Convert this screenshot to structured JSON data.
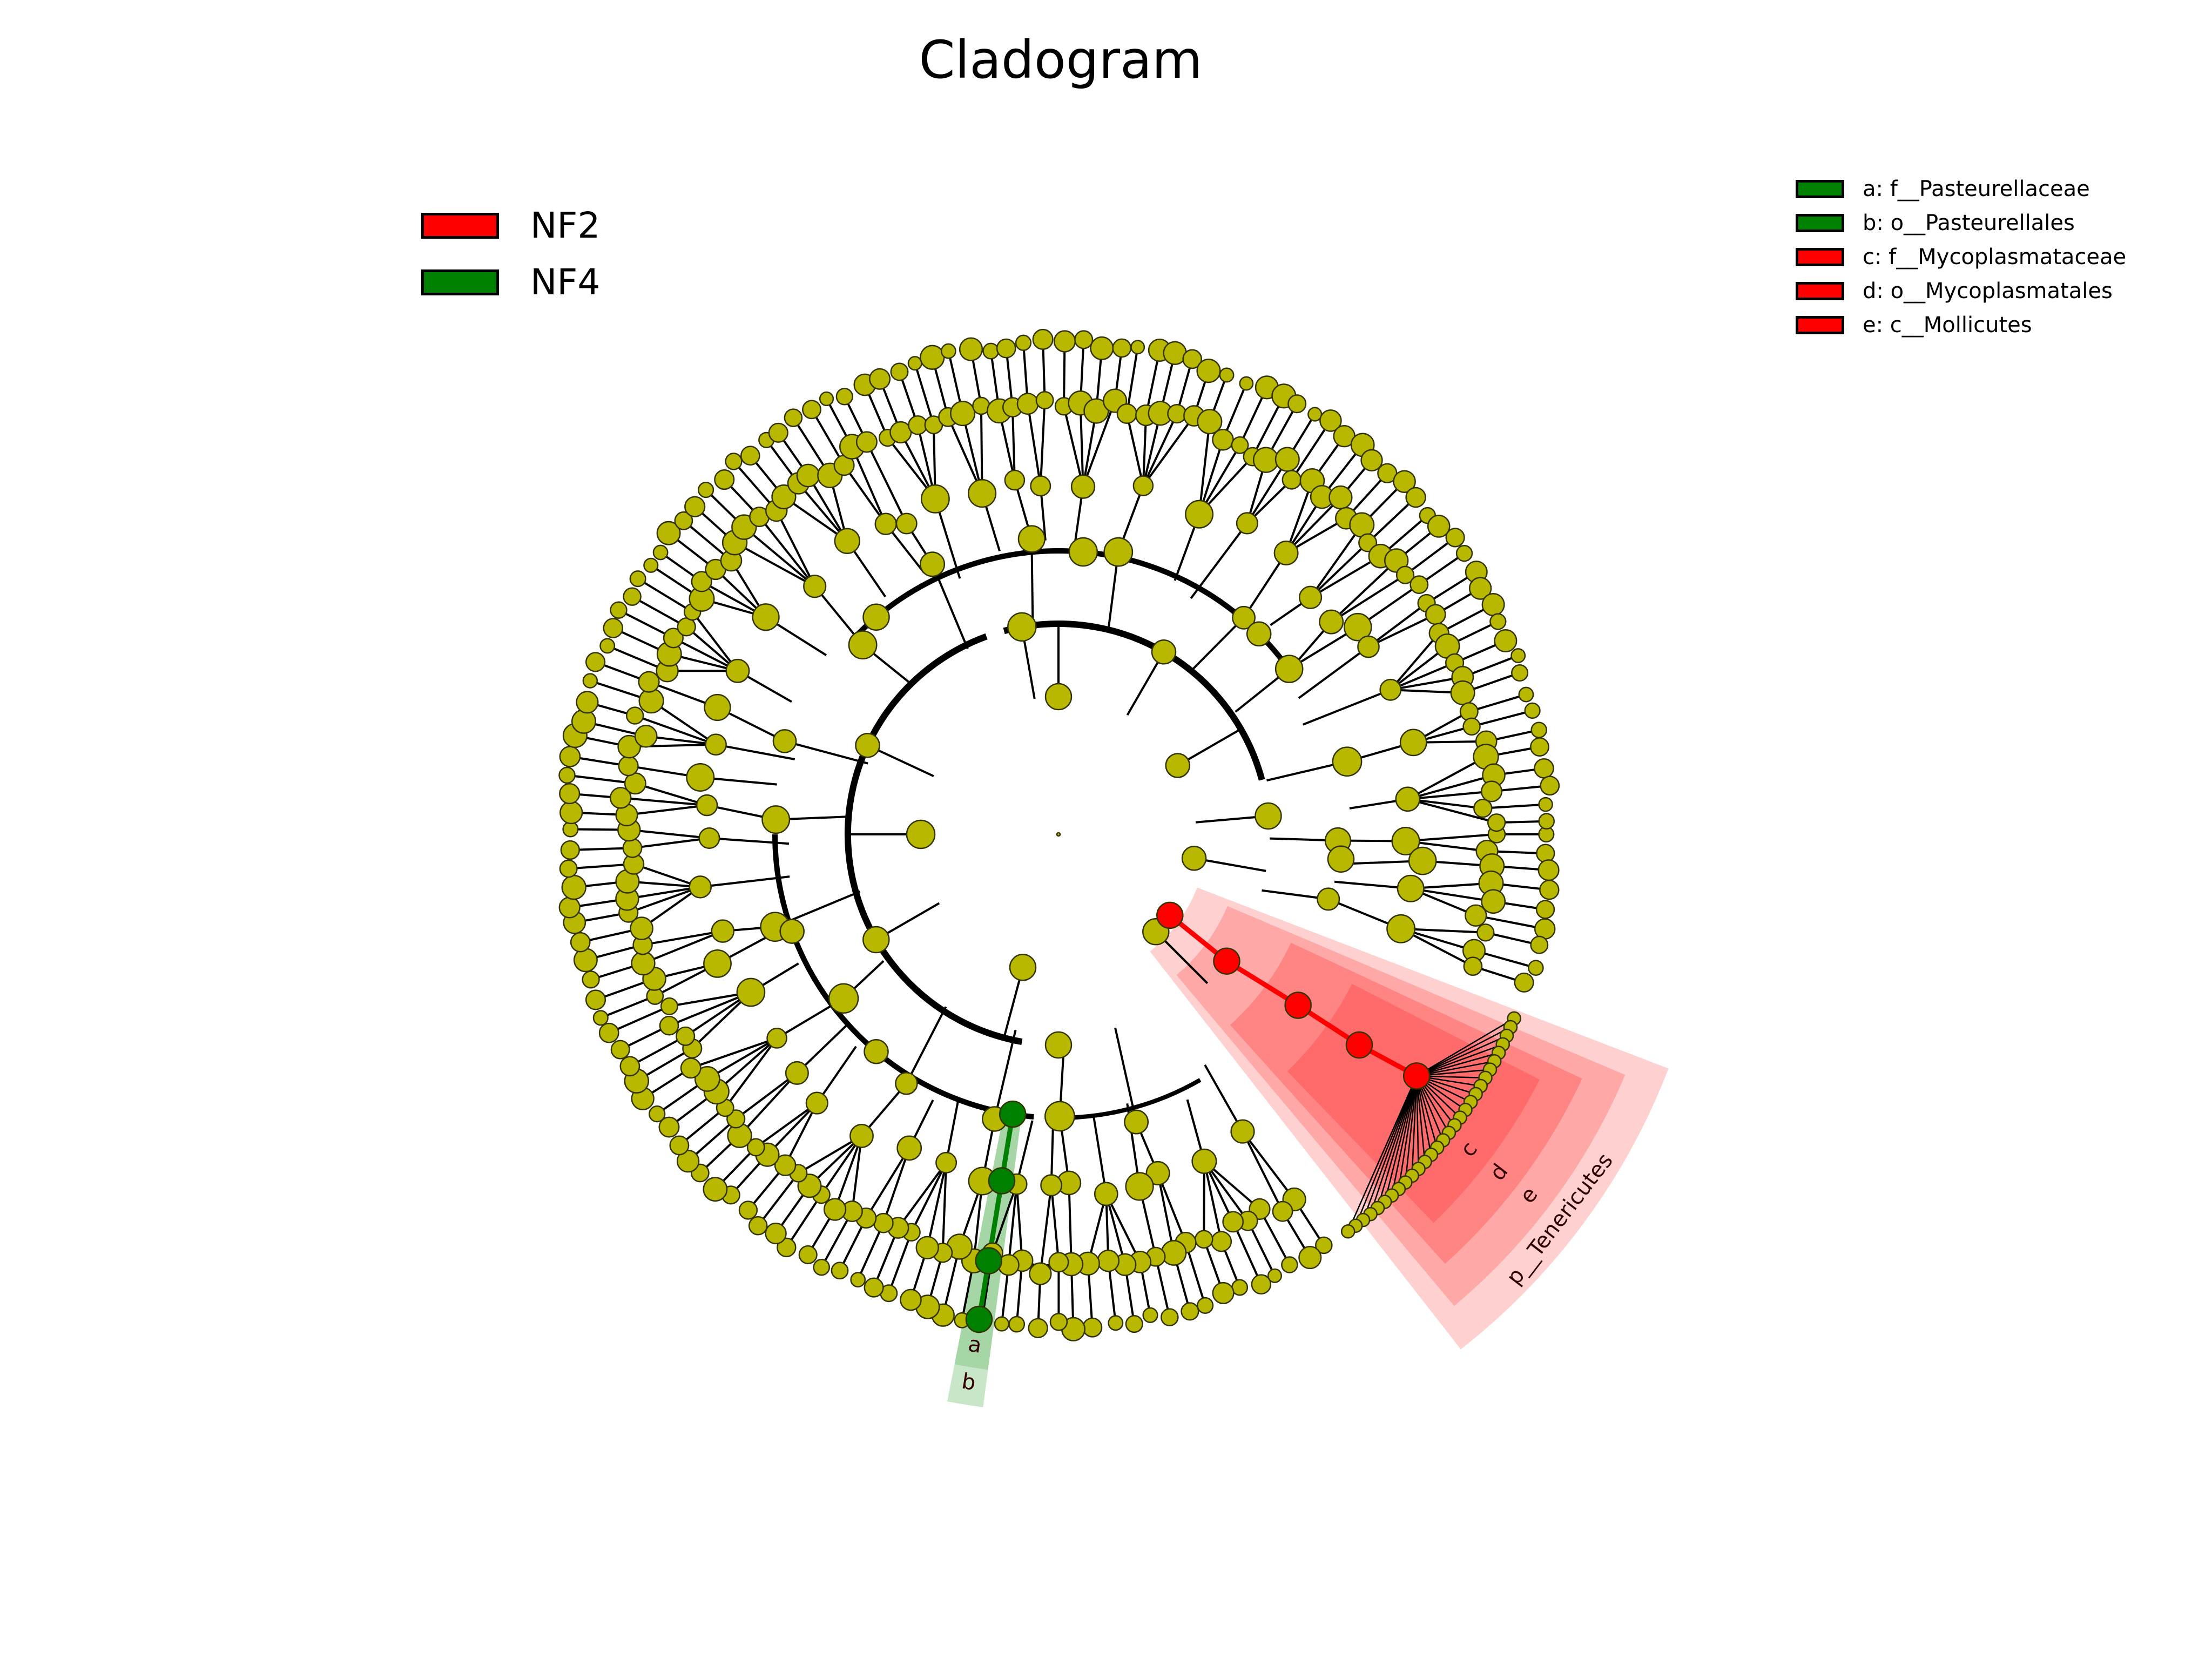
{
  "title": "Cladogram",
  "groups": [
    {
      "name": "NF2",
      "color": "#ff0000"
    },
    {
      "name": "NF4",
      "color": "#008000"
    }
  ],
  "taxa_legend": [
    {
      "key": "a",
      "label": "a: f__Pasteurellaceae",
      "color": "#008000"
    },
    {
      "key": "b",
      "label": "b: o__Pasteurellales",
      "color": "#008000"
    },
    {
      "key": "c",
      "label": "c: f__Mycoplasmataceae",
      "color": "#ff0000"
    },
    {
      "key": "d",
      "label": "d: o__Mycoplasmatales",
      "color": "#ff0000"
    },
    {
      "key": "e",
      "label": "e: c__Mollicutes",
      "color": "#ff0000"
    }
  ],
  "highlight_labels": {
    "red": [
      "c",
      "d",
      "e",
      "p__Tenericutes"
    ],
    "green": [
      "a",
      "b"
    ]
  },
  "colors": {
    "node": "#b8b800",
    "node_stroke": "#333300",
    "edge": "#000000",
    "nf2": "#ff0000",
    "nf4": "#008000"
  }
}
